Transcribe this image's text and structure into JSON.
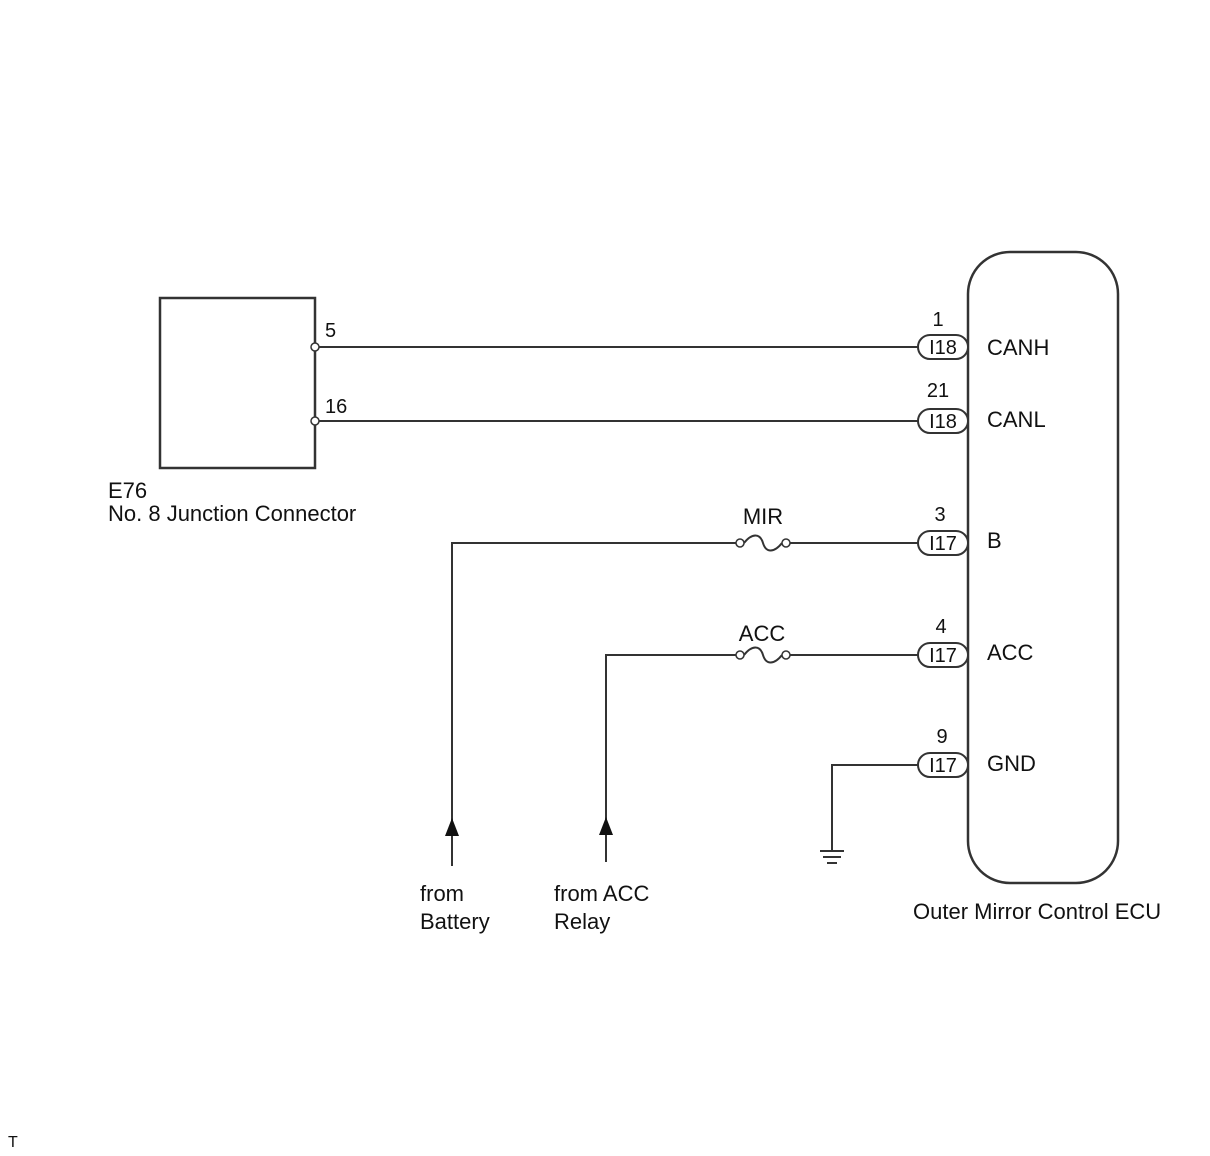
{
  "junction_connector": {
    "code": "E76",
    "name": "No. 8 Junction Connector",
    "pin_canh": "5",
    "pin_canl": "16"
  },
  "ecu": {
    "name": "Outer Mirror Control ECU",
    "pins": [
      {
        "number": "1",
        "connector": "I18",
        "signal": "CANH"
      },
      {
        "number": "21",
        "connector": "I18",
        "signal": "CANL"
      },
      {
        "number": "3",
        "connector": "I17",
        "signal": "B"
      },
      {
        "number": "4",
        "connector": "I17",
        "signal": "ACC"
      },
      {
        "number": "9",
        "connector": "I17",
        "signal": "GND"
      }
    ]
  },
  "fuses": {
    "mir": "MIR",
    "acc": "ACC"
  },
  "sources": {
    "battery_line1": "from",
    "battery_line2": "Battery",
    "acc_line1": "from ACC",
    "acc_line2": "Relay"
  },
  "footer": "T"
}
